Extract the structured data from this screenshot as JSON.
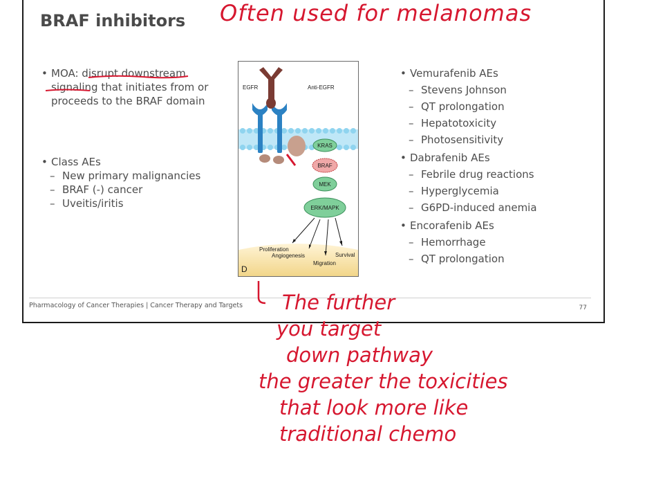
{
  "slide": {
    "title": "BRAF inhibitors",
    "moa": "MOA: disrupt downstream signaling that initiates from or proceeds to the BRAF domain",
    "class_aes": {
      "label": "Class AEs",
      "items": [
        "New primary malignancies",
        "BRAF (-) cancer",
        "Uveitis/iritis"
      ]
    },
    "drugs": [
      {
        "label": "Vemurafenib AEs",
        "items": [
          "Stevens Johnson",
          "QT prolongation",
          "Hepatotoxicity",
          "Photosensitivity"
        ]
      },
      {
        "label": "Dabrafenib AEs",
        "items": [
          "Febrile drug reactions",
          "Hyperglycemia",
          "G6PD-induced anemia"
        ]
      },
      {
        "label": "Encorafenib AEs",
        "items": [
          "Hemorrhage",
          "QT prolongation"
        ]
      }
    ],
    "figure": {
      "egfr": "EGFR",
      "anti_egfr": "Anti-EGFR",
      "kras": "KRAS",
      "braf": "BRAF",
      "mek": "MEK",
      "erk": "ERK/MAPK",
      "proliferation": "Proliferation",
      "angiogenesis": "Angiogenesis",
      "migration": "Migration",
      "survival": "Survival",
      "panel": "D"
    },
    "footer": "Pharmacology of Cancer Therapies | Cancer Therapy and Targets",
    "page_number": "77"
  },
  "annotations": {
    "top_note": "Often used for melanomas",
    "bottom_note": [
      "The further",
      "you target",
      "down pathway",
      "the greater the toxicities",
      "that look more like",
      "traditional chemo"
    ],
    "color": "#d6172f"
  }
}
